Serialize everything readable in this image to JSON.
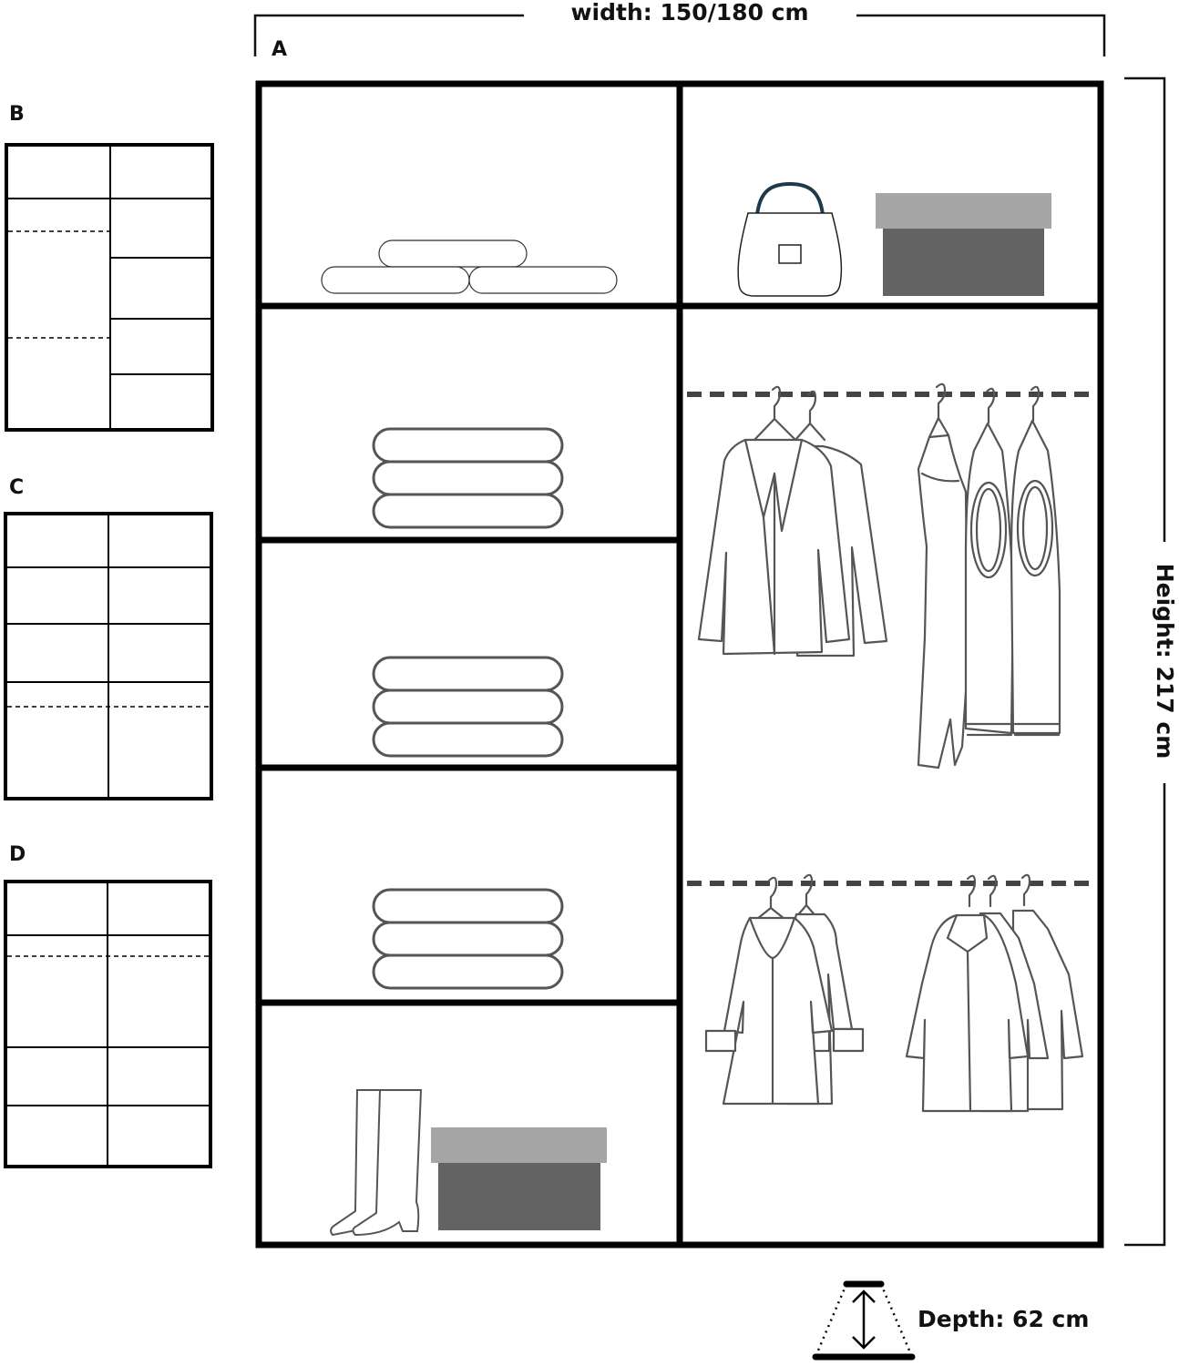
{
  "dimensions": {
    "width_label": "width: 150/180 cm",
    "height_label": "Height: 217 cm",
    "depth_label": "Depth: 62 cm"
  },
  "variants": [
    {
      "label": "A"
    },
    {
      "label": "B"
    },
    {
      "label": "C"
    },
    {
      "label": "D"
    }
  ],
  "colors": {
    "frame": "#000000",
    "box_lid": "#a6a6a6",
    "box_body": "#636363",
    "rail": "#444444",
    "clothing_outline": "#555555"
  },
  "icons": [
    "handbag-icon",
    "storage-box-icon",
    "folded-clothes-icon",
    "coat-on-hanger-icon",
    "dress-on-hanger-icon",
    "boot-icon",
    "depth-arrow-icon"
  ]
}
